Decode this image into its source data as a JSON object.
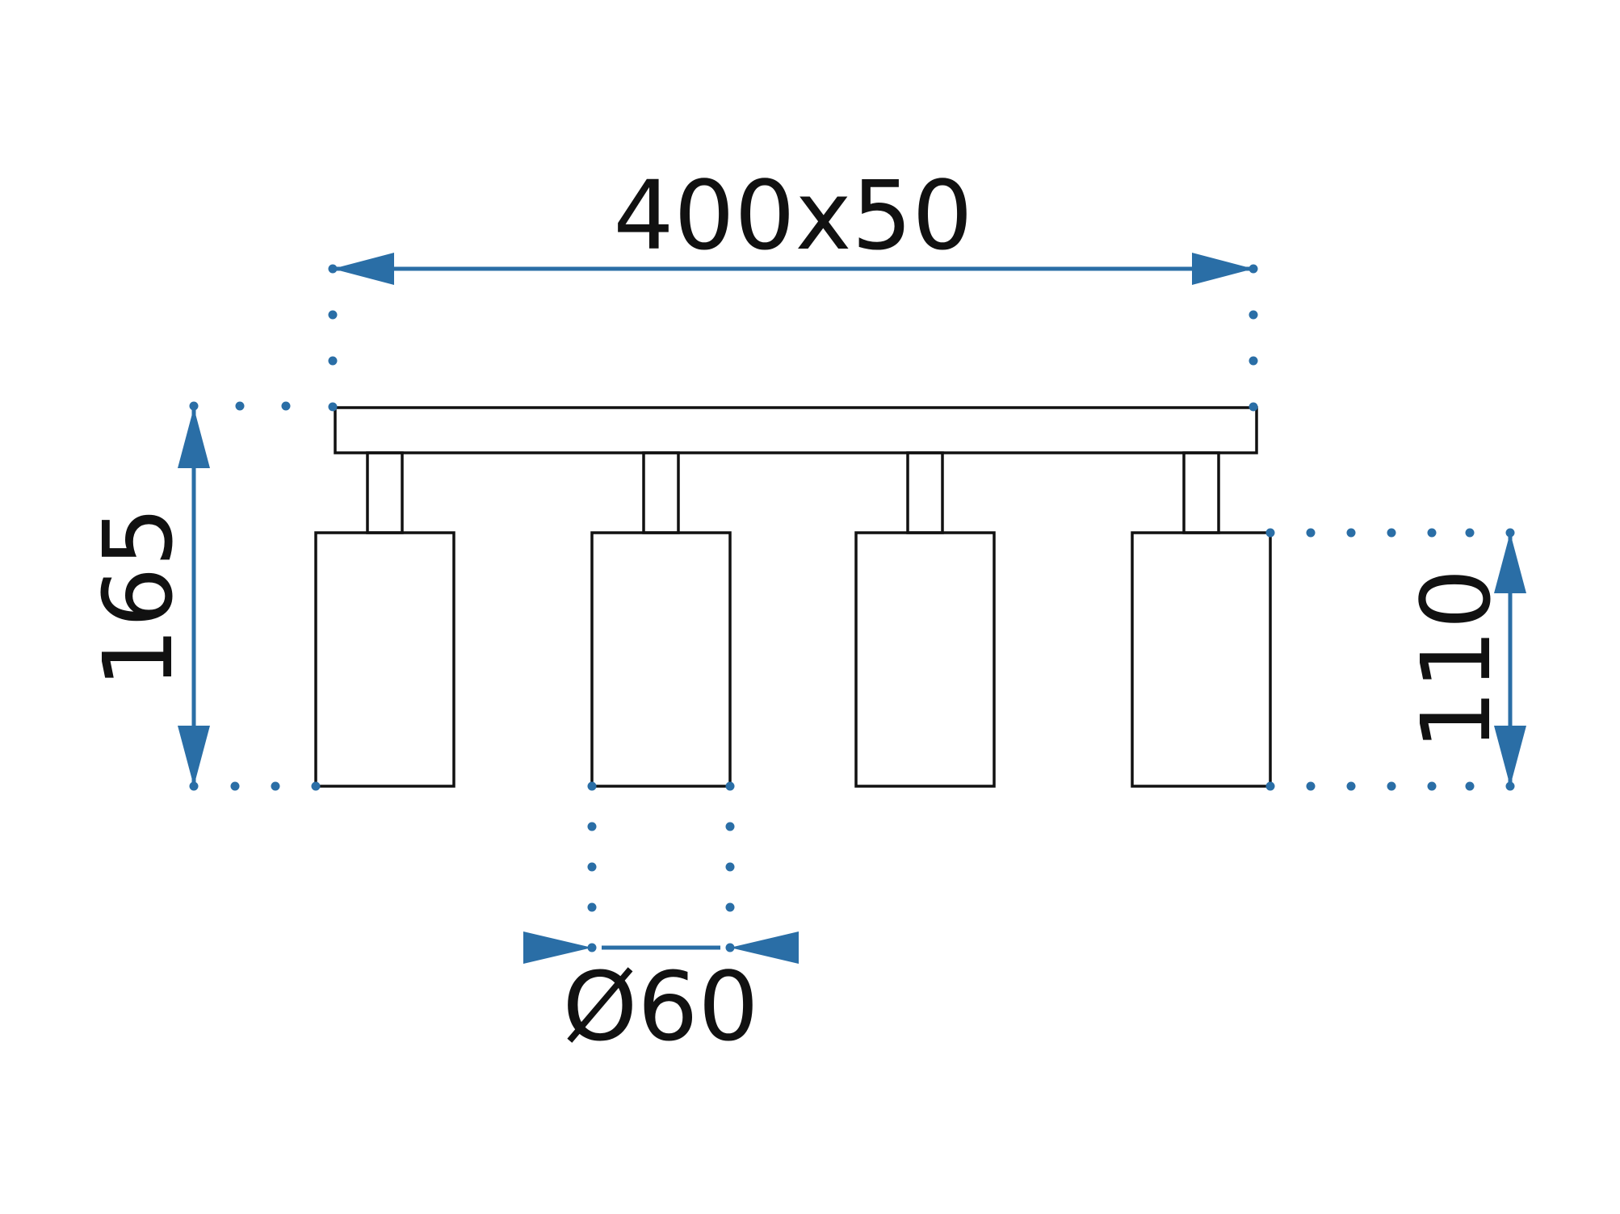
{
  "dimensions": {
    "length_width": "400x50",
    "height_total": "165",
    "spot_height": "110",
    "spot_diameter": "Ø60"
  },
  "colors": {
    "dimension": "#2a6ea6",
    "outline": "#111111",
    "background": "#ffffff"
  },
  "fixture": {
    "spot_count": 4
  }
}
